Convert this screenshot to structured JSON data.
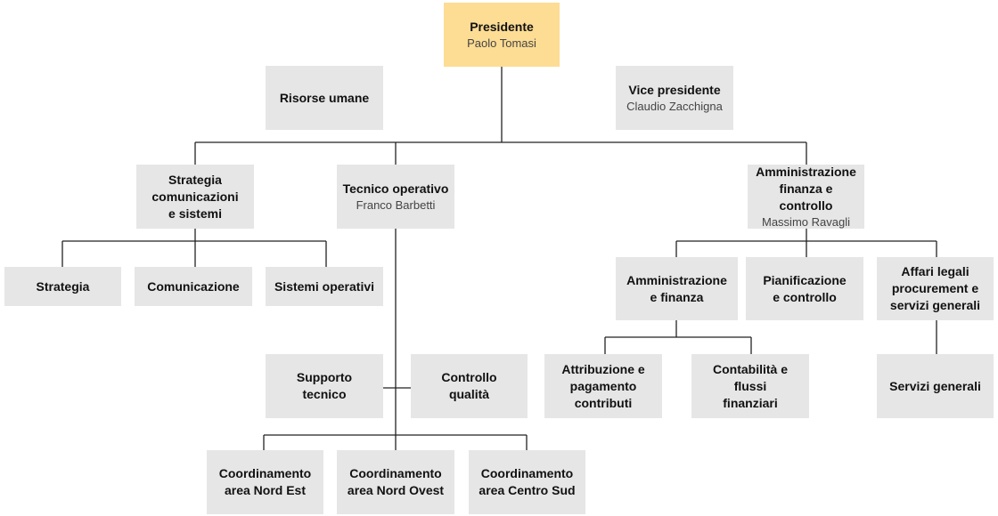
{
  "colors": {
    "president_box": "#fddc94",
    "unit_box": "#e6e6e6",
    "connector": "#222222"
  },
  "presidente": {
    "title": "Presidente",
    "name": "Paolo Tomasi"
  },
  "risorse_umane": {
    "title": "Risorse umane"
  },
  "vice_presidente": {
    "title": "Vice presidente",
    "name": "Claudio Zacchigna"
  },
  "strategia_comunicazioni": {
    "title": [
      "Strategia",
      "comunicazioni",
      "e sistemi"
    ]
  },
  "tecnico_operativo": {
    "title": "Tecnico operativo",
    "name": "Franco Barbetti"
  },
  "amministrazione_finanza_controllo": {
    "title": [
      "Amministrazione",
      "finanza e controllo"
    ],
    "name": "Massimo Ravagli"
  },
  "strategia": {
    "title": "Strategia"
  },
  "comunicazione": {
    "title": "Comunicazione"
  },
  "sistemi_operativi": {
    "title": "Sistemi operativi"
  },
  "supporto_tecnico": {
    "title": [
      "Supporto",
      "tecnico"
    ]
  },
  "controllo_qualita": {
    "title": [
      "Controllo",
      "qualità"
    ]
  },
  "coordinamento_nord_est": {
    "title": [
      "Coordinamento",
      "area Nord Est"
    ]
  },
  "coordinamento_nord_ovest": {
    "title": [
      "Coordinamento",
      "area Nord Ovest"
    ]
  },
  "coordinamento_centro_sud": {
    "title": [
      "Coordinamento",
      "area Centro Sud"
    ]
  },
  "amministrazione_e_finanza": {
    "title": [
      "Amministrazione",
      "e finanza"
    ]
  },
  "pianificazione_e_controllo": {
    "title": [
      "Pianificazione",
      "e controllo"
    ]
  },
  "affari_legali": {
    "title": [
      "Affari legali",
      "procurement e",
      "servizi generali"
    ]
  },
  "attribuzione_pagamento": {
    "title": [
      "Attribuzione e",
      "pagamento",
      "contributi"
    ]
  },
  "contabilita_flussi": {
    "title": [
      "Contabilità e flussi",
      "finanziari"
    ]
  },
  "servizi_generali": {
    "title": "Servizi generali"
  }
}
